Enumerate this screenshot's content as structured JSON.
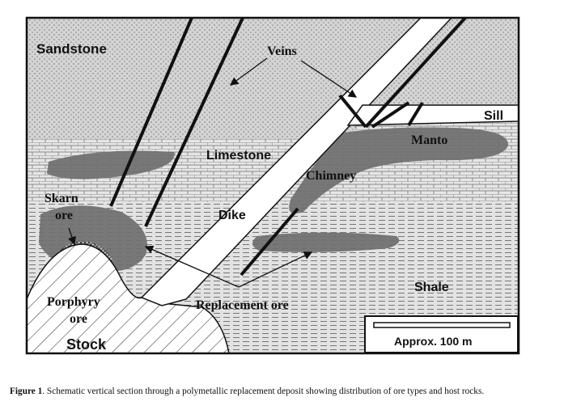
{
  "diagram": {
    "labels": {
      "sandstone": "Sandstone",
      "veins": "Veins",
      "sill": "Sill",
      "limestone": "Limestone",
      "manto": "Manto",
      "chimney": "Chimney",
      "skarn_line1": "Skarn",
      "skarn_line2": "ore",
      "dike": "Dike",
      "shale": "Shale",
      "porphyry_line1": "Porphyry",
      "porphyry_line2": "ore",
      "replacement_ore": "Replacement ore",
      "stock": "Stock"
    },
    "scale_bar": "Approx. 100 m"
  },
  "caption": {
    "figure_label": "Figure 1",
    "text": ". Schematic vertical section through a polymetallic replacement deposit showing distribution of ore types and host rocks."
  }
}
